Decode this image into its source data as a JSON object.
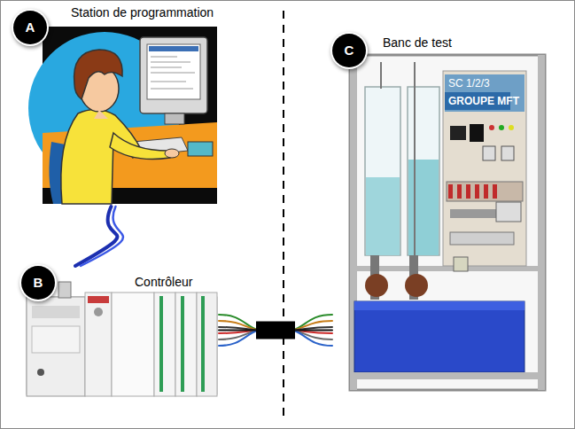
{
  "diagram": {
    "nodes": [
      {
        "text": [
          "A",
          "Station de programmation"
        ]
      },
      {
        "text": [
          "B",
          "Contrôleur"
        ]
      },
      {
        "text": [
          "C",
          "Banc de test"
        ]
      }
    ],
    "edges": [
      {
        "from": 0,
        "to": 1,
        "arrow": "none"
      },
      {
        "from": 1,
        "to": 2,
        "arrow": "none"
      }
    ],
    "labels": [
      "SC 1/2/3",
      "GROUPE MFT"
    ]
  }
}
